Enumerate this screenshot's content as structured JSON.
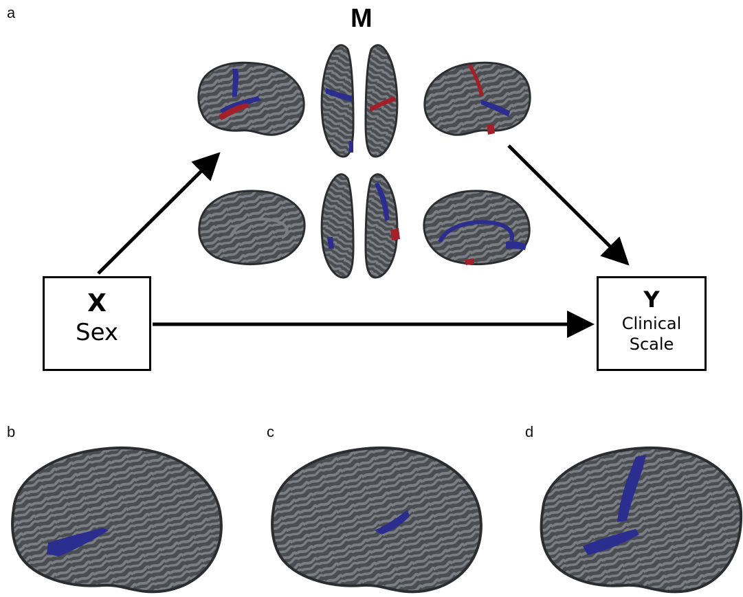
{
  "panels": {
    "a": "a",
    "b": "b",
    "c": "c",
    "d": "d"
  },
  "mediator": {
    "label": "M"
  },
  "x_box": {
    "letter": "X",
    "name": "Sex"
  },
  "y_box": {
    "letter": "Y",
    "line1": "Clinical",
    "line2": "Scale"
  },
  "colors": {
    "cortex_dark": "#4a4d52",
    "cortex_light": "#7b7f84",
    "outline": "#2b2d30",
    "highlight_blue": "#2b2e8f",
    "highlight_red": "#a3202a",
    "arrow": "#000000"
  }
}
